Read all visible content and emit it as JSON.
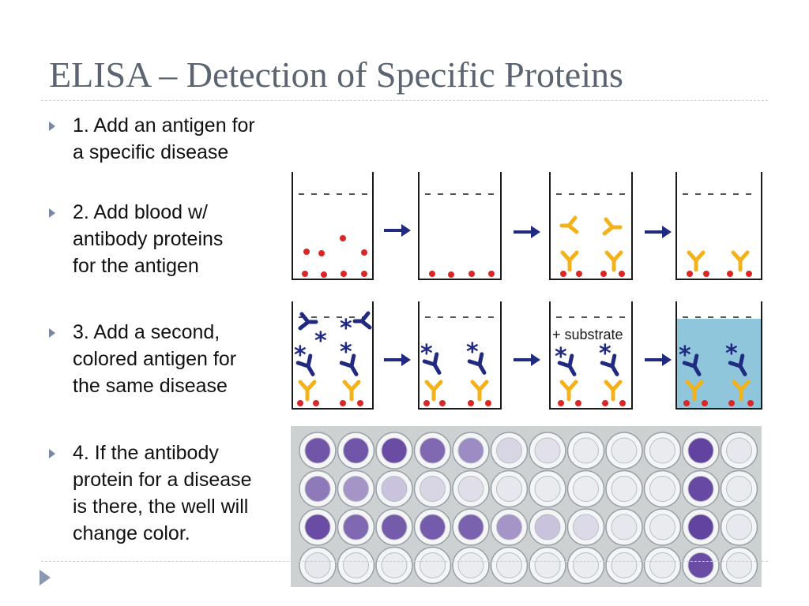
{
  "slide": {
    "title": "ELISA – Detection of Specific Proteins",
    "bullets": [
      {
        "lines": [
          "1. Add an antigen for",
          "a specific disease"
        ]
      },
      {
        "lines": [
          "2. Add blood w/",
          "antibody proteins",
          "for the antigen"
        ]
      },
      {
        "lines": [
          "3. Add a second,",
          "colored antigen for",
          "the same disease"
        ]
      },
      {
        "lines": [
          "4. If the antibody",
          "protein for a disease",
          "is there, the well will",
          "change color."
        ]
      }
    ]
  },
  "diagram": {
    "substrate_label": "+ substrate",
    "colors": {
      "antigen": "#dc2626",
      "antibody": "#f3b21a",
      "second_antibody": "#1f2a80",
      "arrow": "#1f2a80",
      "colored_solution": "#8fc6dc"
    }
  },
  "plate": {
    "rows": [
      [
        0.85,
        0.85,
        0.9,
        0.75,
        0.55,
        0.15,
        0.08,
        0.03,
        0.03,
        0.03,
        0.95,
        0.05
      ],
      [
        0.65,
        0.5,
        0.25,
        0.15,
        0.1,
        0.05,
        0.03,
        0.02,
        0.02,
        0.02,
        0.92,
        0.03
      ],
      [
        0.9,
        0.75,
        0.82,
        0.82,
        0.78,
        0.5,
        0.25,
        0.12,
        0.05,
        0.03,
        0.95,
        0.04
      ],
      [
        0.05,
        0.03,
        0.02,
        0.02,
        0.02,
        0.02,
        0.02,
        0.02,
        0.02,
        0.02,
        0.9,
        0.03
      ]
    ],
    "colors": {
      "stained": "#5b3a9c",
      "clear": "#eef0f2"
    }
  },
  "nav": {
    "icon": "play-triangle-icon"
  }
}
